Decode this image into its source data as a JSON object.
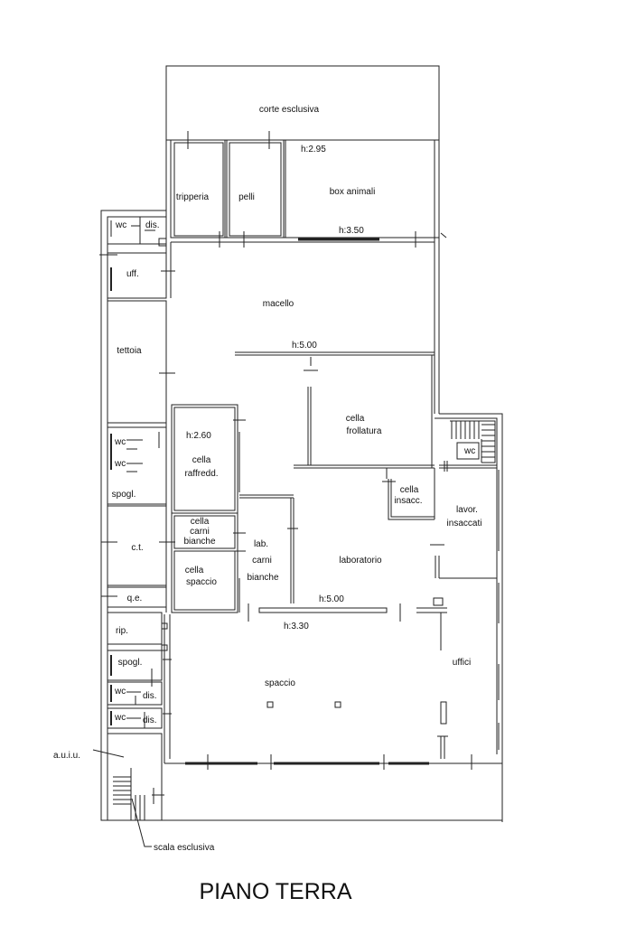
{
  "title": "PIANO TERRA",
  "rooms": {
    "corte": "corte esclusiva",
    "tripperia": "tripperia",
    "pelli": "pelli",
    "box": "box animali",
    "wc1": "wc",
    "dis1": "dis.",
    "uff": "uff.",
    "macello": "macello",
    "tettoia": "tettoia",
    "cella_raffredd_1": "cella",
    "cella_raffredd_2": "raffredd.",
    "cella_frollatura_1": "cella",
    "cella_frollatura_2": "frollatura",
    "cella_insacc_1": "cella",
    "cella_insacc_2": "insacc.",
    "wc2": "wc",
    "wc3": "wc",
    "spogl1": "spogl.",
    "ct": "c.t.",
    "cella_carni_1": "cella",
    "cella_carni_2": "carni",
    "cella_carni_3": "bianche",
    "lab_1": "lab.",
    "lab_2": "carni",
    "lab_3": "bianche",
    "cella_spaccio_1": "cella",
    "cella_spaccio_2": "spaccio",
    "laboratorio": "laboratorio",
    "lavor_1": "lavor.",
    "lavor_2": "insaccati",
    "wc_stair": "wc",
    "qe": "q.e.",
    "rip": "rip.",
    "spogl2": "spogl.",
    "wc4": "wc",
    "dis2": "dis.",
    "wc5": "wc",
    "dis3": "dis.",
    "spaccio": "spaccio",
    "uffici": "uffici",
    "auiu": "a.u.i.u.",
    "scala": "scala esclusiva"
  },
  "heights": {
    "h295": "h:2.95",
    "h350": "h:3.50",
    "h500a": "h:5.00",
    "h260": "h:2.60",
    "h500b": "h:5.00",
    "h330": "h:3.30"
  }
}
